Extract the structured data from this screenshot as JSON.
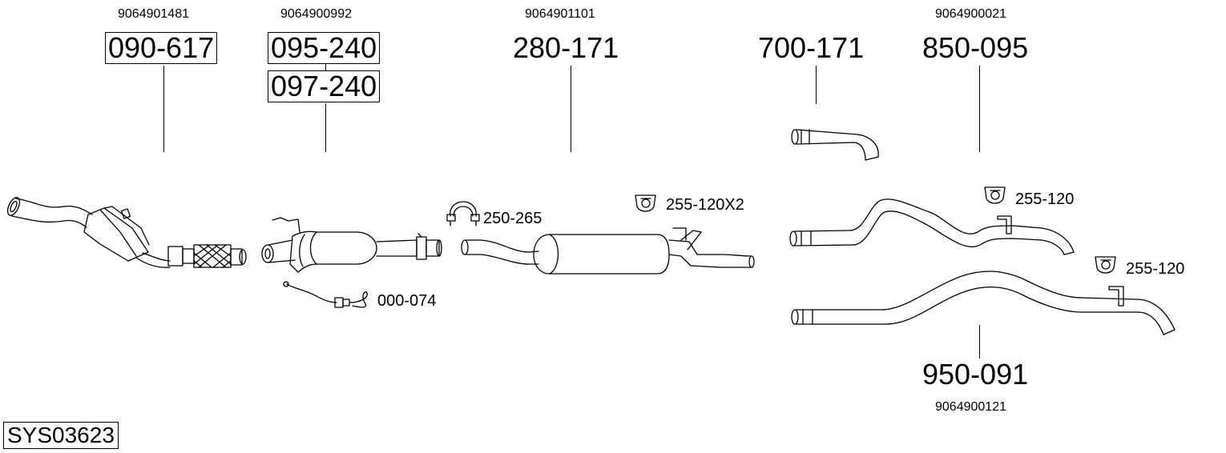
{
  "oe_numbers": {
    "cat": "9064901481",
    "dpf": "9064900992",
    "silencer": "9064901101",
    "tail1": "9064900021",
    "tail2": "9064900121"
  },
  "parts": {
    "catalyst": "090-617",
    "dpf_a": "095-240",
    "dpf_b": "097-240",
    "silencer": "280-171",
    "end_pipe": "700-171",
    "tail1": "850-095",
    "tail2": "950-091"
  },
  "accessories": {
    "clamp": "250-265",
    "sensor": "000-074",
    "hanger_silencer": "255-120X2",
    "hanger_tail1": "255-120",
    "hanger_tail2": "255-120"
  },
  "system_code": "SYS03623",
  "icons": {
    "clamp": "clamp-icon",
    "hanger": "rubber-hanger-icon",
    "sensor": "sensor-icon"
  }
}
